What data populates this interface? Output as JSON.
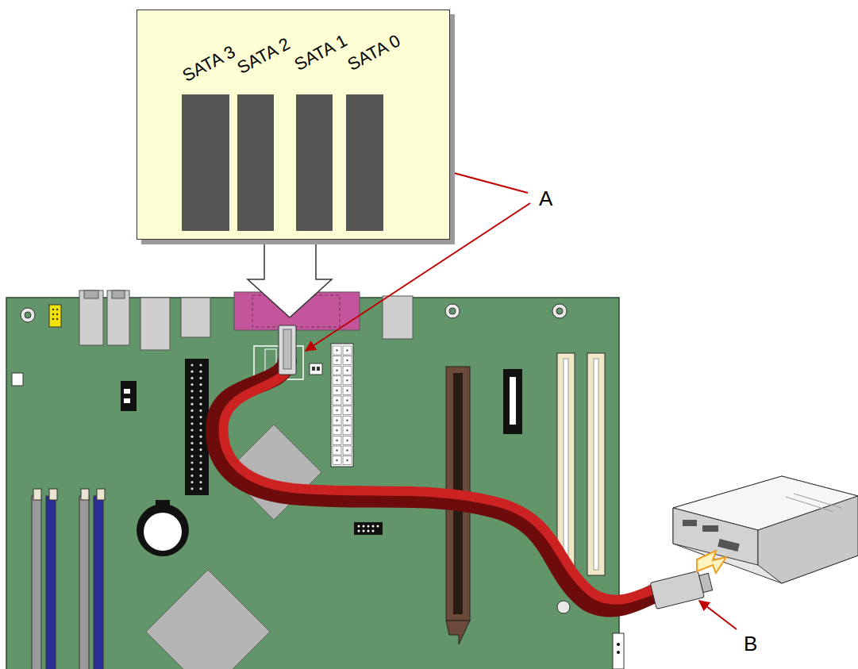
{
  "diagram": {
    "nodes": [
      {
        "text": [
          "SATA 3",
          "SATA 2",
          "SATA 1",
          "SATA 0"
        ]
      }
    ],
    "labels": [
      "A",
      "B"
    ]
  }
}
